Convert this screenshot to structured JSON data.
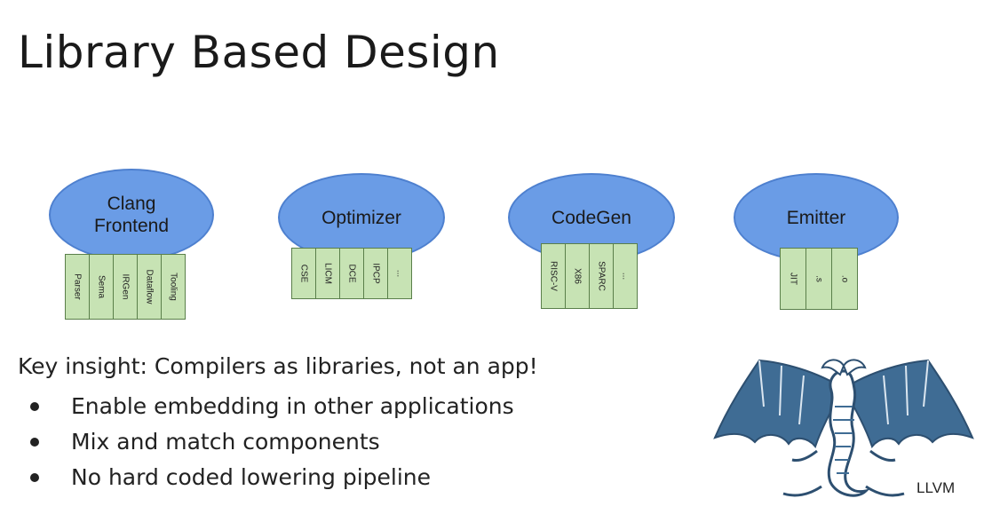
{
  "title": "Library Based Design",
  "components": [
    {
      "lines": [
        "Clang",
        "Frontend"
      ],
      "modules": [
        "Parser",
        "Sema",
        "IRGen",
        "Dataflow",
        "Tooling"
      ]
    },
    {
      "lines": [
        "Optimizer"
      ],
      "modules": [
        "CSE",
        "LICM",
        "DCE",
        "IPCP",
        "..."
      ]
    },
    {
      "lines": [
        "CodeGen"
      ],
      "modules": [
        "RISC-V",
        "X86",
        "SPARC",
        "..."
      ]
    },
    {
      "lines": [
        "Emitter"
      ],
      "modules": [
        "JIT",
        ".s",
        ".o"
      ]
    }
  ],
  "insight": "Key insight: Compilers as libraries, not an app!",
  "bullets": [
    "Enable embedding in other applications",
    "Mix and match components",
    "No hard coded lowering pipeline"
  ],
  "logo_text": "LLVM",
  "colors": {
    "ellipse": "#6a9ce6",
    "module": "#c7e3b4"
  }
}
